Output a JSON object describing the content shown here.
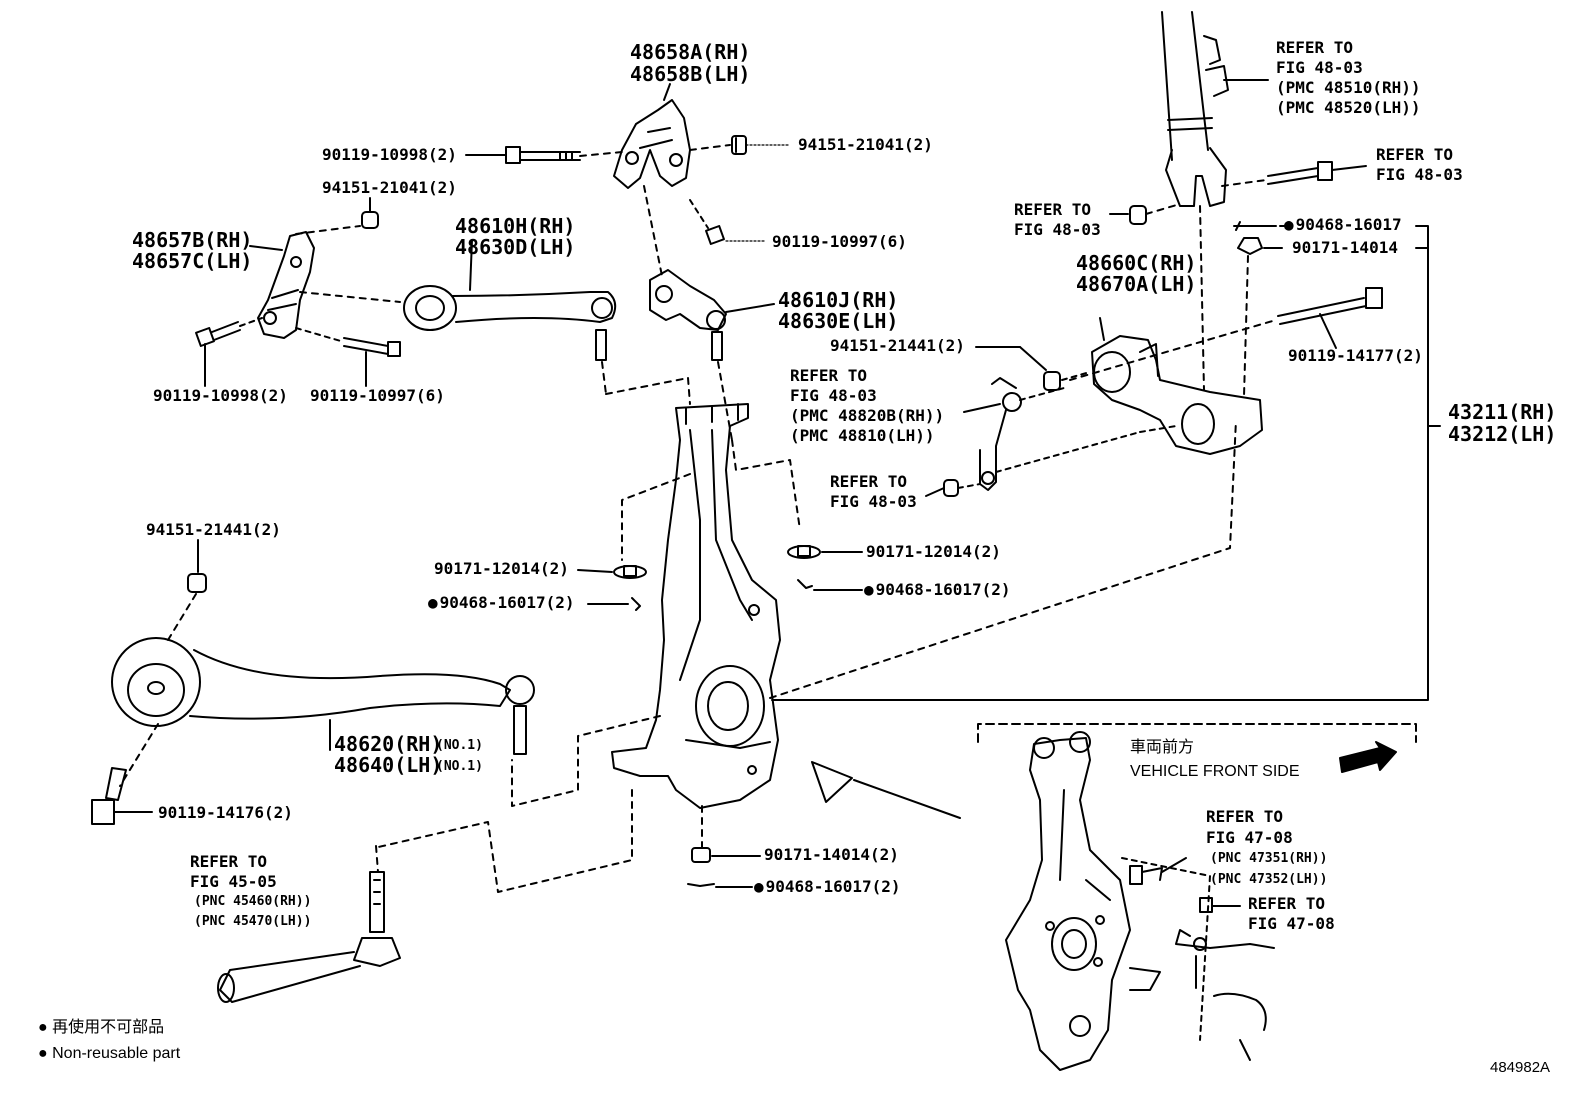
{
  "figure_id": "484982A",
  "legend": {
    "jp": "● 再使用不可部品",
    "en": "● Non-reusable part"
  },
  "inset": {
    "jp": "車両前方",
    "en": "VEHICLE FRONT SIDE"
  },
  "parts": {
    "p48658": [
      "48658A(RH)",
      "48658B(LH)"
    ],
    "p90119_10998_top": "90119-10998(2)",
    "p94151_21041_top": "94151-21041(2)",
    "p94151_21041_left": "94151-21041(2)",
    "p90119_10997_top": "90119-10997(6)",
    "p48657": [
      "48657B(RH)",
      "48657C(LH)"
    ],
    "p48610H": [
      "48610H(RH)",
      "48630D(LH)"
    ],
    "p48610J": [
      "48610J(RH)",
      "48630E(LH)"
    ],
    "p90119_10998_bl": "90119-10998(2)",
    "p90119_10997_bl": "90119-10997(6)",
    "p94151_21441_mid": "94151-21441(2)",
    "p48660": [
      "48660C(RH)",
      "48670A(LH)"
    ],
    "p90119_14177": "90119-14177(2)",
    "p90468_16017_tr": "90468-16017",
    "p90171_14014_tr": "90171-14014",
    "p43211": [
      "43211(RH)",
      "43212(LH)"
    ],
    "p94151_21441_left": "94151-21441(2)",
    "p90171_12014_l": "90171-12014(2)",
    "p90468_16017_l": "90468-16017(2)",
    "p90171_12014_r": "90171-12014(2)",
    "p90468_16017_r": "90468-16017(2)",
    "p48620": [
      "48620(RH)",
      "48640(LH)"
    ],
    "p48620_no": [
      "(NO.1)",
      "(NO.1)"
    ],
    "p90119_14176": "90119-14176(2)",
    "p90171_14014_bot": "90171-14014(2)",
    "p90468_16017_bot": "90468-16017(2)"
  },
  "refs": {
    "r_strut": [
      "REFER TO",
      "FIG 48-03",
      "(PMC 48510(RH))",
      "(PMC 48520(LH))"
    ],
    "r_bolt": [
      "REFER TO",
      "FIG 48-03"
    ],
    "r_nut": [
      "REFER TO",
      "FIG 48-03"
    ],
    "r_stab": [
      "REFER TO",
      "FIG 48-03",
      "(PMC 48820B(RH))",
      "(PMC 48810(LH))"
    ],
    "r_stab_nut": [
      "REFER TO",
      "FIG 48-03"
    ],
    "r_tie": [
      "REFER TO",
      "FIG 45-05",
      "(PNC 45460(RH))",
      "(PNC 45470(LH))"
    ],
    "r_sensor": [
      "REFER TO",
      "FIG 47-08",
      "(PNC 47351(RH))",
      "(PNC 47352(LH))"
    ],
    "r_sensor_bolt": [
      "REFER TO",
      "FIG 47-08"
    ]
  }
}
